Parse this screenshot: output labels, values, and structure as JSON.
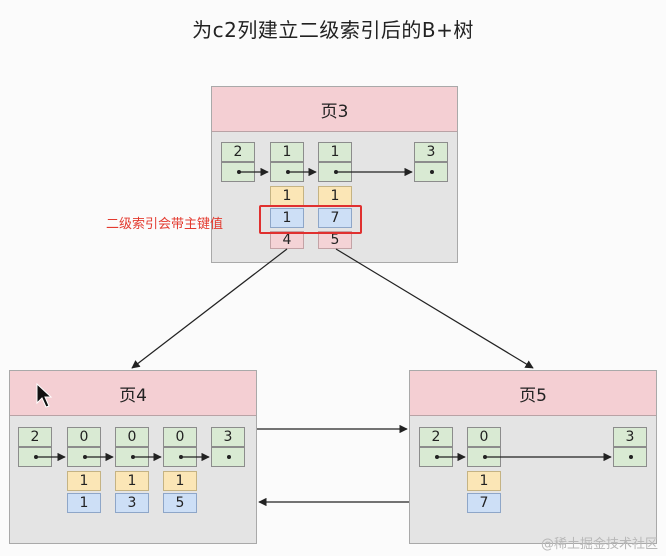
{
  "title": "为c2列建立二级索引后的B+树",
  "annotation": "二级索引会带主键值",
  "watermark": "@稀土掘金技术社区",
  "pages": {
    "root": {
      "label": "页3",
      "records": [
        {
          "key": "2"
        },
        {
          "key": "1",
          "c3": "1",
          "c2": "1",
          "pk": "4"
        },
        {
          "key": "1",
          "c3": "1",
          "c2": "7",
          "pk": "5"
        },
        {
          "key": "3"
        }
      ]
    },
    "left": {
      "label": "页4",
      "records": [
        {
          "key": "2"
        },
        {
          "key": "0",
          "c3": "1",
          "c2": "1"
        },
        {
          "key": "0",
          "c3": "1",
          "c2": "3"
        },
        {
          "key": "0",
          "c3": "1",
          "c2": "5"
        },
        {
          "key": "3"
        }
      ]
    },
    "right": {
      "label": "页5",
      "records": [
        {
          "key": "2"
        },
        {
          "key": "0",
          "c3": "1",
          "c2": "7"
        },
        {
          "key": "3"
        }
      ]
    }
  },
  "colors": {
    "header": "#f4cfd3",
    "record": "#d9ead3",
    "c3_cell": "#fbe6b6",
    "c2_cell": "#cddff6",
    "pk_cell": "#f4d3d6",
    "highlight": "#e0302f"
  }
}
